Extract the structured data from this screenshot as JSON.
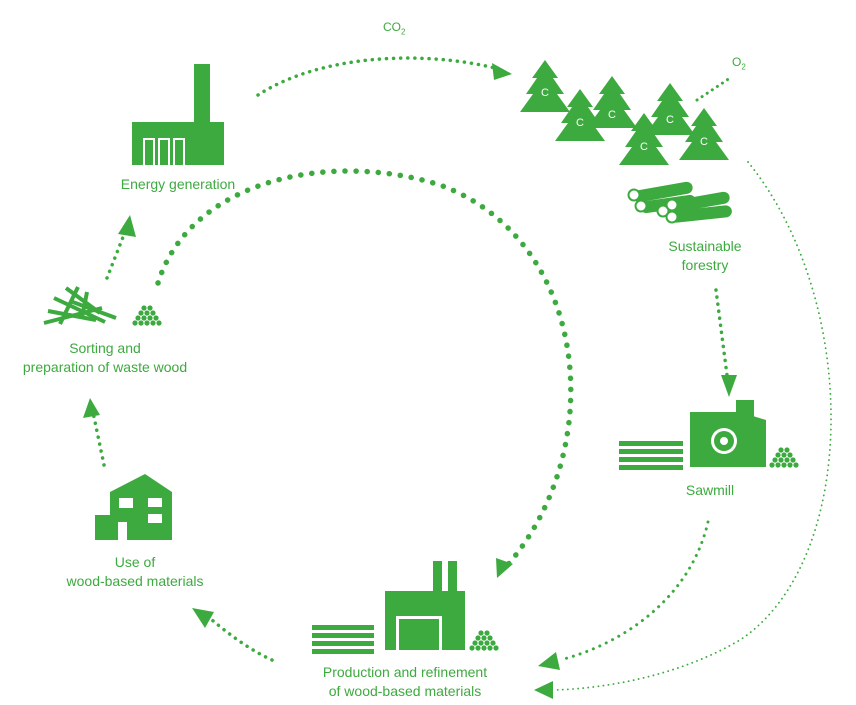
{
  "diagram": {
    "accent_color": "#3daa3f",
    "gases": {
      "co2_main": "CO",
      "co2_sub": "2",
      "o2_main": "O",
      "o2_sub": "2"
    },
    "tree_symbol": "C",
    "stages": {
      "energy_generation": {
        "icon": "factory-icon",
        "lines": [
          "Energy generation"
        ]
      },
      "sustainable_forestry": {
        "icon": "logs-icon",
        "lines": [
          "Sustainable",
          "forestry"
        ]
      },
      "sawmill": {
        "icon": "sawmill-icon",
        "lines": [
          "Sawmill"
        ]
      },
      "production": {
        "icon": "plant-icon",
        "lines": [
          "Production and refinement",
          "of wood-based materials"
        ]
      },
      "use": {
        "icon": "house-icon",
        "lines": [
          "Use of",
          "wood-based materials"
        ]
      },
      "sorting": {
        "icon": "waste-wood-icon",
        "lines": [
          "Sorting and",
          "preparation of waste wood"
        ]
      }
    }
  }
}
